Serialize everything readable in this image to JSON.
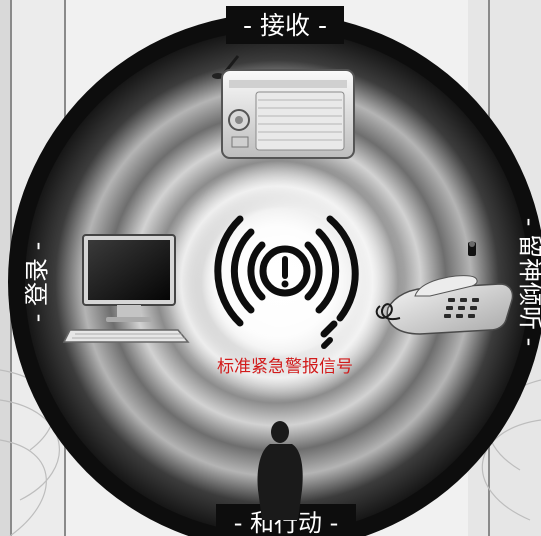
{
  "labels": {
    "receive": "- 接收 -",
    "listen": "- 留神倾听 -",
    "register": "- 登录 -",
    "act": "- 和行动 -",
    "center": "标准紧急警报信号"
  },
  "icons": [
    "radio-icon",
    "telephone-icon",
    "computer-icon",
    "person-icon",
    "alert-broadcast-icon"
  ],
  "colors": {
    "ring": "#0d0d0d",
    "center_label": "#d21b1b",
    "label_text": "#ffffff"
  }
}
